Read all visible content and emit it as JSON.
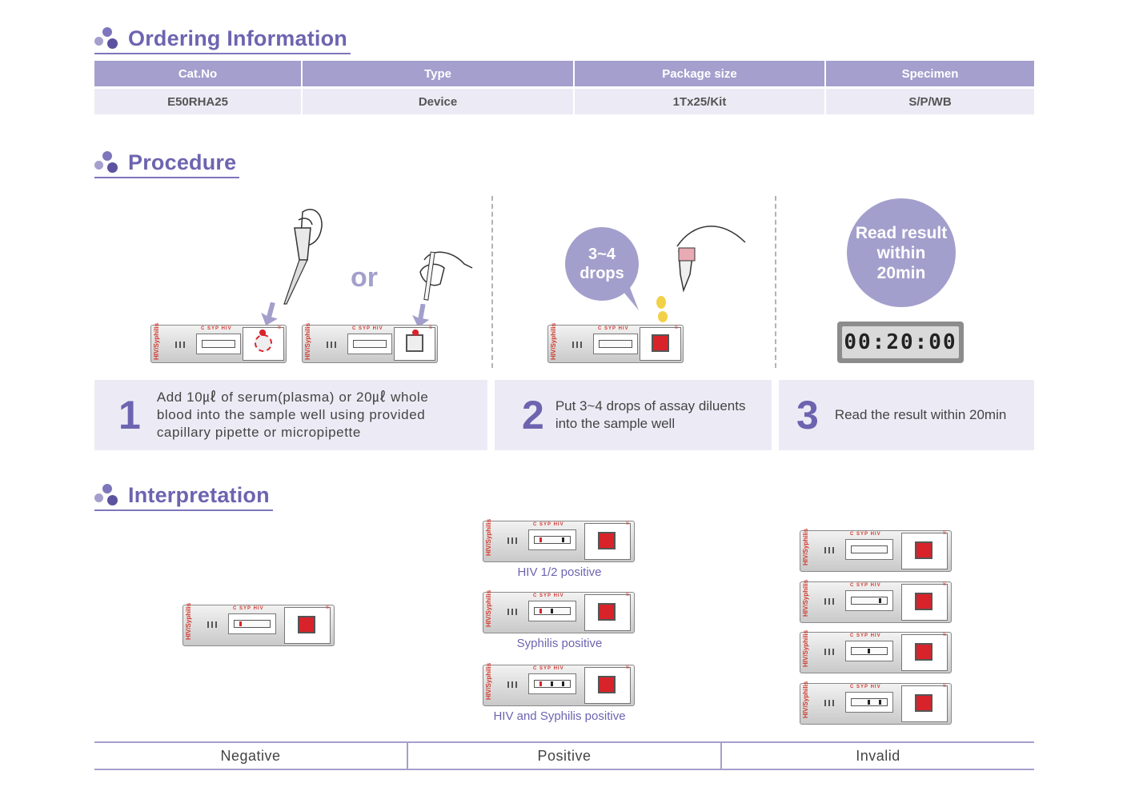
{
  "sections": {
    "ordering": "Ordering Information",
    "procedure": "Procedure",
    "interpretation": "Interpretation"
  },
  "ordering_table": {
    "headers": [
      "Cat.No",
      "Type",
      "Package size",
      "Specimen"
    ],
    "row": [
      "E50RHA25",
      "Device",
      "1Tx25/Kit",
      "S/P/WB"
    ]
  },
  "procedure": {
    "or_label": "or",
    "drops_bubble": [
      "3~4",
      "drops"
    ],
    "read_bubble": [
      "Read result",
      "within",
      "20min"
    ],
    "timer": "00:20:00",
    "steps": [
      {
        "num": "1",
        "text": [
          "Add 10㎕ of serum(plasma) or 20㎕ whole",
          "blood into the sample well using provided",
          "capillary pipette or micropipette"
        ]
      },
      {
        "num": "2",
        "text": [
          "Put 3~4 drops of assay diluents",
          "into the sample well"
        ]
      },
      {
        "num": "3",
        "text": [
          "Read the result within 20min"
        ]
      }
    ]
  },
  "device": {
    "brand": "HIV/Syphilis",
    "markings": "C  SYP  HIV",
    "s_mark": "S"
  },
  "interpretation": {
    "positive_captions": [
      "HIV 1/2  positive",
      "Syphilis positive",
      "HIV and Syphilis positive"
    ],
    "categories": [
      "Negative",
      "Positive",
      "Invalid"
    ]
  },
  "colors": {
    "accent": "#6d64b0",
    "table_header": "#a49fcd",
    "table_body": "#ecebf5",
    "control_line": "#d8232a"
  }
}
